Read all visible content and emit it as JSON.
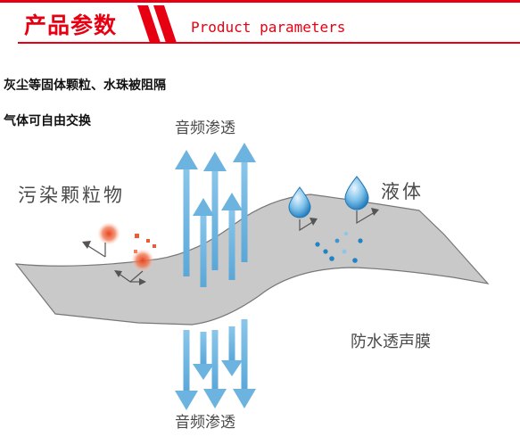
{
  "header": {
    "title": "产品参数",
    "subtitle": "Product parameters",
    "accent": "#e60012"
  },
  "notes": [
    "灰尘等固体颗粒、水珠被阻隔",
    "气体可自由交换"
  ],
  "diagram": {
    "top_label": "音频渗透",
    "bottom_label": "音频渗透",
    "particles_label": "污染颗粒物",
    "liquid_label": "液体",
    "membrane_label": "防水透声膜",
    "colors": {
      "membrane": "#c8c9c8",
      "arrow": "#79b9e2",
      "particle": "#ee5a35",
      "droplet": "#1f83c4"
    },
    "icons": [
      "sound-arrow-icon",
      "particle-icon",
      "droplet-icon",
      "deflect-arrow-icon"
    ]
  }
}
